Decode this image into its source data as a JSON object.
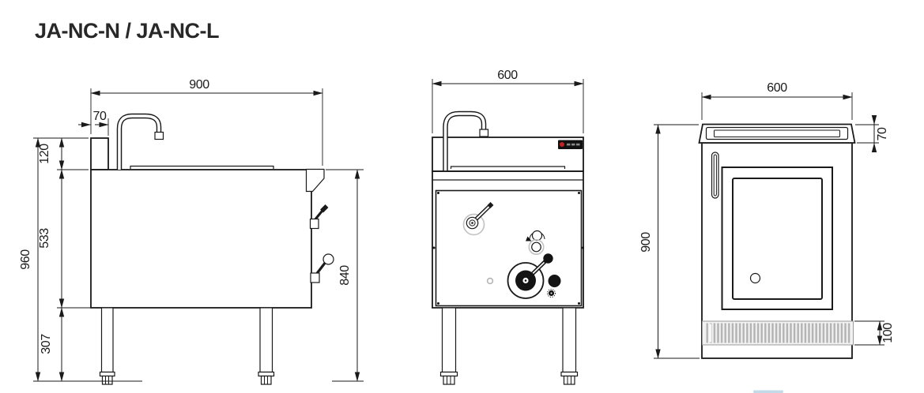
{
  "title": "JA-NC-N / JA-NC-L",
  "views": {
    "side": {
      "dims": {
        "width": "900",
        "faucet_offset": "70",
        "backsplash_height": "120",
        "body_height": "533",
        "overall_height": "960",
        "leg_height": "307",
        "worktop_height": "840"
      }
    },
    "front": {
      "dims": {
        "width": "600"
      }
    },
    "rear": {
      "dims": {
        "width": "600",
        "top_section_height": "70",
        "overall_height": "900",
        "vent_height": "100"
      }
    }
  },
  "colors": {
    "line": "#1a1a1a",
    "grille_stripe": "#b3b3b3",
    "badge_bg": "#111111",
    "badge_accent": "#c22222",
    "watermark": "#b9d3e4"
  }
}
